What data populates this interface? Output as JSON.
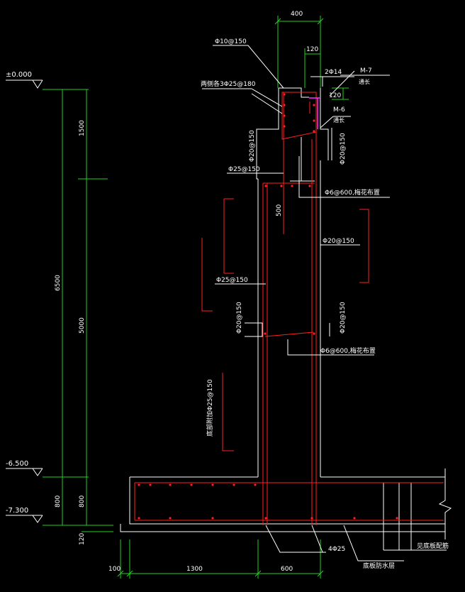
{
  "dimensions": {
    "top_width": "400",
    "top_small": "120",
    "cap_small": "120",
    "left_seg1": "1500",
    "left_total": "6500",
    "left_seg2": "5000",
    "left_base": "800",
    "base_thk": "800",
    "cushion": "120",
    "mid_500": "500",
    "bottom_100": "100",
    "bottom_1300": "1300",
    "bottom_600": "600"
  },
  "elevations": {
    "top": "±0.000",
    "mid": "-6.500",
    "bottom": "-7.300"
  },
  "rebar_labels": {
    "cap_stirrup": "Φ10@150",
    "cap_bar_2": "2Φ14",
    "cap_side": "两侧各3Φ25@180",
    "m7": "M-7",
    "m7_note": "通长",
    "m6": "M-6",
    "m6_note": "通长",
    "left_v1": "Φ20@150",
    "right_v1": "Φ20@150",
    "wall_25": "Φ25@150",
    "tie_top": "Φ6@600,梅花布置",
    "inner_20": "Φ20@150",
    "outer_25": "Φ25@150",
    "left_v2": "Φ20@150",
    "right_v2": "Φ20@150",
    "tie_bottom": "Φ6@600,梅花布置",
    "vertical_note": "底部附加Φ25@150",
    "base_bars": "4Φ25",
    "waterproof": "底板防水层",
    "cushion_note": "见底板配筋"
  }
}
